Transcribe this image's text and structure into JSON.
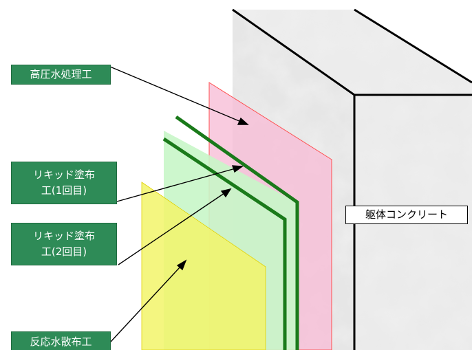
{
  "labels": {
    "high_pressure_water": "高圧水処理工",
    "liquid_coat_1_line1": "リキッド塗布",
    "liquid_coat_1_line2": "工(1回目)",
    "liquid_coat_2_line1": "リキッド塗布",
    "liquid_coat_2_line2": "工(2回目)",
    "reactive_water_spray": "反応水散布工",
    "concrete_body": "躯体コンクリート"
  },
  "colors": {
    "label_bg": "#2e8b57",
    "marble_base": "#e4e4e4",
    "pink_layer": "#f7bcd6",
    "light_green_layer": "#c8f6c8",
    "dark_green_line": "#1a7a1a",
    "yellow_layer": "#f2f56a"
  }
}
